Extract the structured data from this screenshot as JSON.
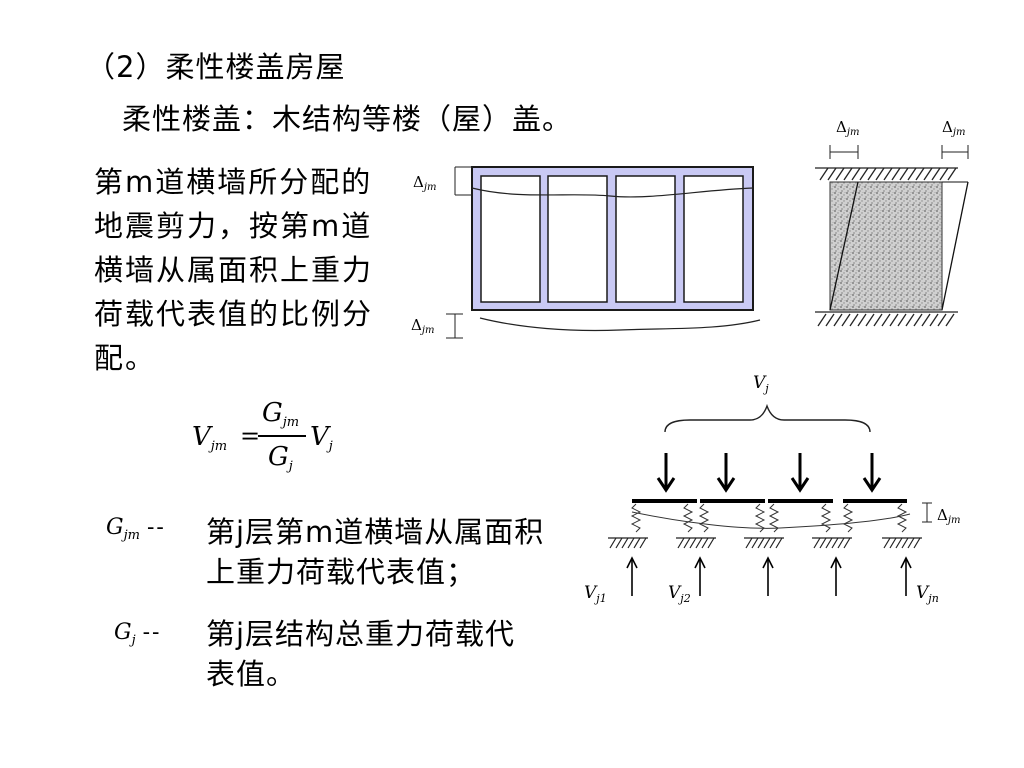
{
  "heading": "（2）柔性楼盖房屋",
  "subheading": "柔性楼盖：木结构等楼（屋）盖。",
  "paragraph": "第m道横墙所分配的地震剪力，按第m道横墙从属面积上重力荷载代表值的比例分配。",
  "formula": {
    "lhs": "V",
    "lhs_sub": "jm",
    "equals": "=",
    "num": "G",
    "num_sub": "jm",
    "den": "G",
    "den_sub": "j",
    "rhs": "V",
    "rhs_sub": "j"
  },
  "definitions": [
    {
      "symbol": "G",
      "sub": "jm",
      "dash": "--",
      "text": "第j层第m道横墙从属面积上重力荷载代表值；"
    },
    {
      "symbol": "G",
      "sub": "j",
      "dash": "--",
      "text": "第j层结构总重力荷载代表值。"
    }
  ],
  "diagram_labels": {
    "delta": "Δ",
    "delta_sub": "jm",
    "v_total": "V",
    "v_total_sub": "j",
    "v_first": "V",
    "v_first_sub": "j1",
    "v_second": "V",
    "v_second_sub": "j2",
    "v_last": "V",
    "v_last_sub": "jn"
  },
  "colors": {
    "plan_fill": "#c9c9f4",
    "plan_stroke": "#1a1a1a",
    "wall_texture": "#b8b8b8"
  }
}
